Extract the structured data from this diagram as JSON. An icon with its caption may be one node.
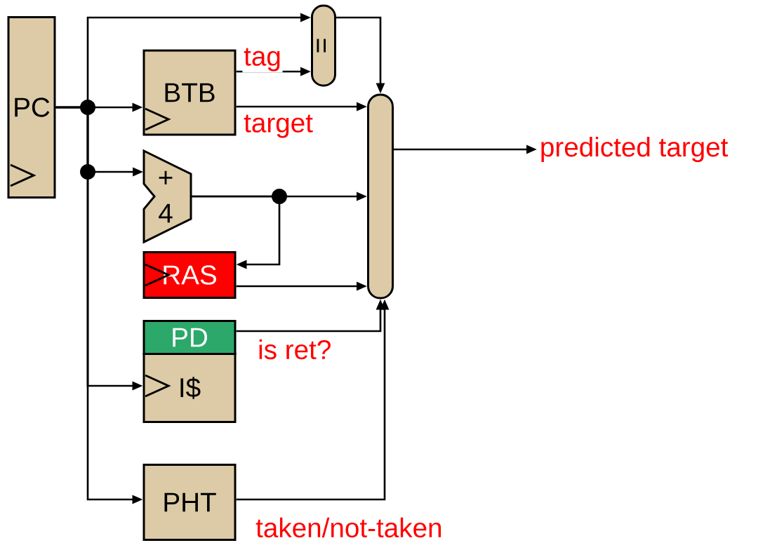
{
  "diagram": {
    "nodes": [
      {
        "text": [
          "PC"
        ]
      },
      {
        "text": [
          "BTB"
        ]
      },
      {
        "text": [
          "="
        ]
      },
      {
        "text": [],
        "shape": "oval"
      },
      {
        "text": [
          "+",
          "4"
        ]
      },
      {
        "text": [
          "RAS"
        ]
      },
      {
        "text": [
          "PD"
        ]
      },
      {
        "text": [
          "I$"
        ]
      },
      {
        "text": [
          "PHT"
        ]
      },
      {
        "text": [
          "predicted target"
        ]
      }
    ],
    "edges": [
      {
        "from": 0,
        "to": 2,
        "arrow": "to"
      },
      {
        "from": 0,
        "to": 1,
        "arrow": "to"
      },
      {
        "from": 0,
        "to": 4,
        "arrow": "to"
      },
      {
        "from": 0,
        "to": 7,
        "arrow": "to"
      },
      {
        "from": 0,
        "to": 8,
        "arrow": "to"
      },
      {
        "from": 1,
        "to": 2,
        "arrow": "to",
        "label": "tag"
      },
      {
        "from": 1,
        "to": 3,
        "arrow": "to",
        "label": "target"
      },
      {
        "from": 2,
        "to": 3,
        "arrow": "to"
      },
      {
        "from": 4,
        "to": 3,
        "arrow": "to"
      },
      {
        "from": 4,
        "to": 5,
        "arrow": "to"
      },
      {
        "from": 5,
        "to": 3,
        "arrow": "to"
      },
      {
        "from": 6,
        "to": 3,
        "arrow": "to",
        "label": "is ret?"
      },
      {
        "from": 8,
        "to": 3,
        "arrow": "to",
        "label": "taken/not-taken"
      },
      {
        "from": 3,
        "to": 9,
        "arrow": "to"
      }
    ]
  }
}
